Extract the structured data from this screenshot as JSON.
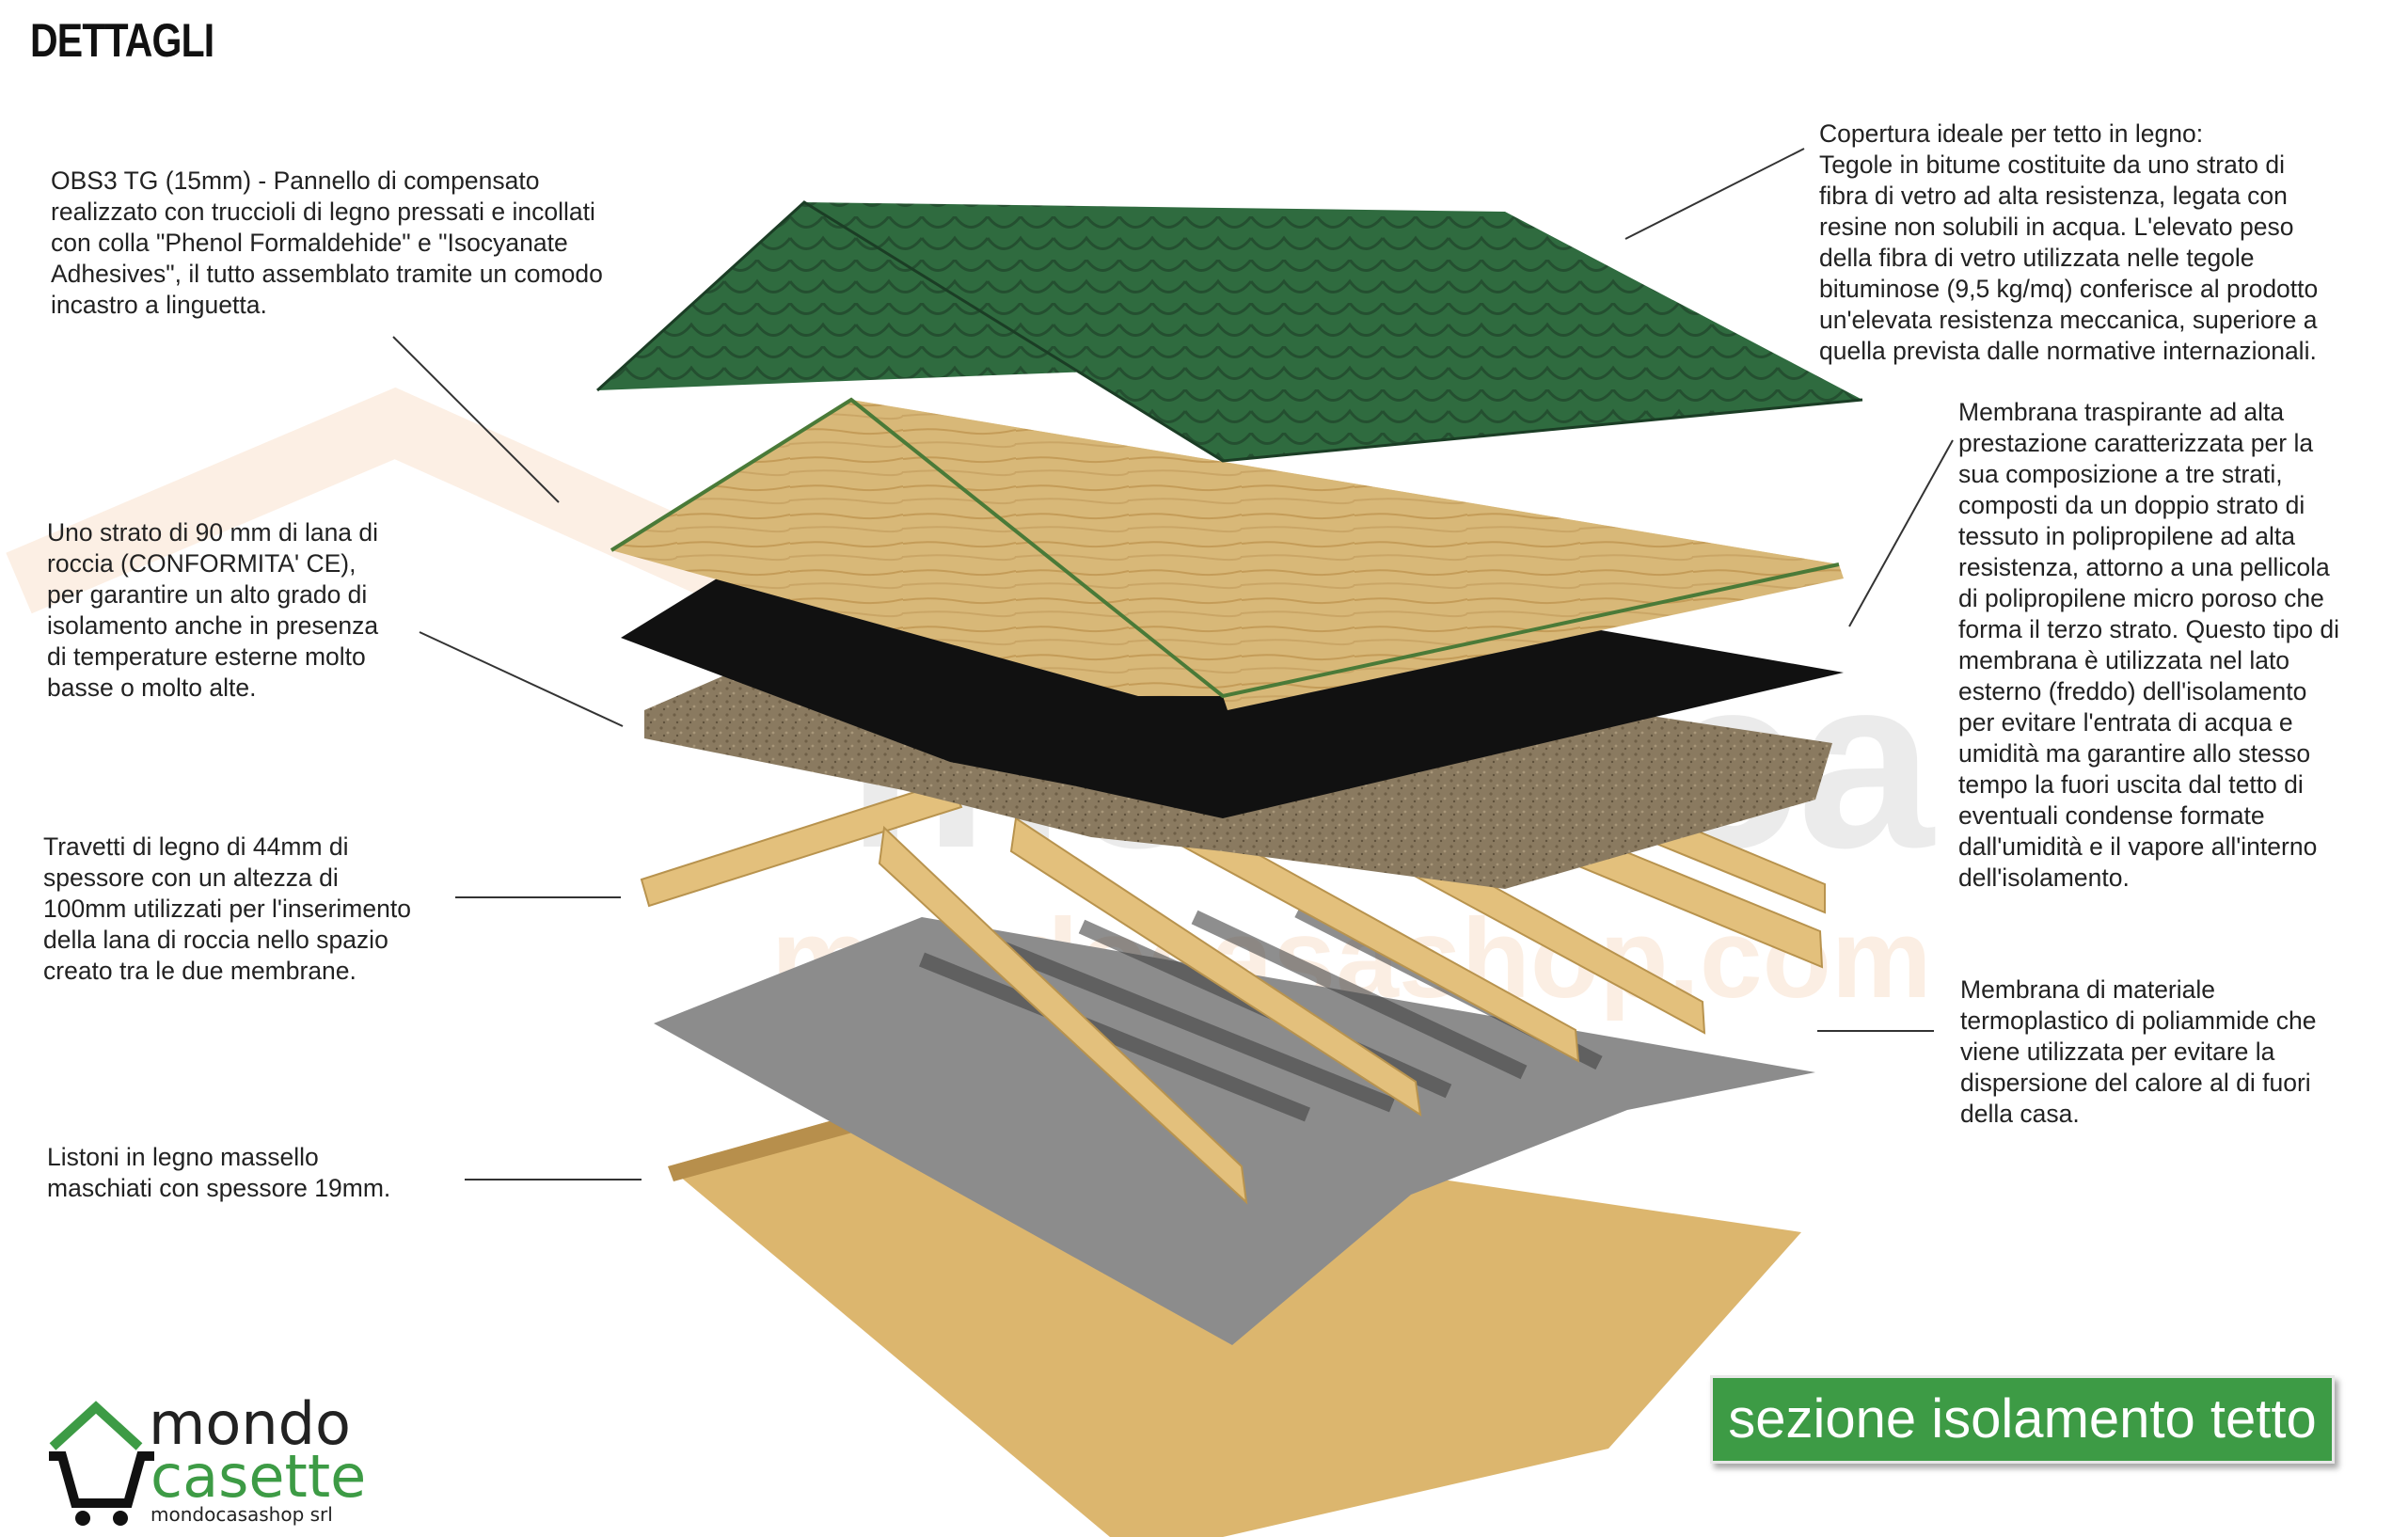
{
  "heading": "DETTAGLI",
  "callouts": {
    "osb": "OBS3 TG (15mm) - Pannello di compensato\nrealizzato con truccioli di legno pressati e incollati\ncon colla \"Phenol Formaldehide\" e \"Isocyanate\nAdhesives\", il tutto assemblato tramite un comodo\nincastro a linguetta.",
    "wool": "Uno strato di 90 mm di lana di\nroccia (CONFORMITA' CE),\nper garantire un alto grado di\nisolamento anche in presenza\ndi temperature esterne molto\nbasse o molto alte.",
    "beams": "Travetti di legno di 44mm di\nspessore con un altezza di\n100mm utilizzati per l'inserimento\ndella lana di roccia nello spazio\ncreato tra le due membrane.",
    "boards": "Listoni in legno massello\nmaschiati con spessore 19mm.",
    "shingles": "Copertura ideale per tetto in legno:\nTegole in bitume costituite da uno strato di\nfibra di vetro ad alta resistenza, legata con\nresine non solubili in acqua. L'elevato peso\ndella fibra di vetro utilizzata nelle tegole\nbituminose (9,5 kg/mq) conferisce al prodotto\nun'elevata resistenza meccanica, superiore a\nquella prevista dalle normative internazionali.",
    "breathable": "Membrana traspirante ad alta\nprestazione caratterizzata per la\nsua composizione a tre strati,\ncomposti da un doppio strato di\ntessuto in polipropilene ad alta\nresistenza, attorno a una pellicola\ndi polipropilene micro poroso che\nforma il terzo strato. Questo tipo di\nmembrana è utilizzata nel lato\nesterno (freddo) dell'isolamento\nper evitare l'entrata di acqua e\numidità ma garantire allo stesso\ntempo la fuori uscita dal tetto di\neventuali condense formate\ndall'umidità e il vapore all'interno\ndell'isolamento.",
    "vapor": "Membrana di materiale\ntermoplastico di poliammide che\nviene utilizzata per evitare la\ndispersione del calore al di fuori\ndella casa."
  },
  "badge": "sezione isolamento tetto",
  "logo": {
    "line1": "mondo",
    "line2": "casette",
    "tagline": "mondocasashop srl"
  },
  "colors": {
    "shingle_green": "#2f6b3f",
    "osb_wood": "#d8b878",
    "membrane_black": "#111111",
    "rock_wool": "#8a7a60",
    "beam_wood": "#e3c07c",
    "vapor_gray": "#8c8c8c",
    "board_wood": "#dcb66e",
    "badge_green": "#3d9b45",
    "logo_green": "#3d9b45"
  }
}
